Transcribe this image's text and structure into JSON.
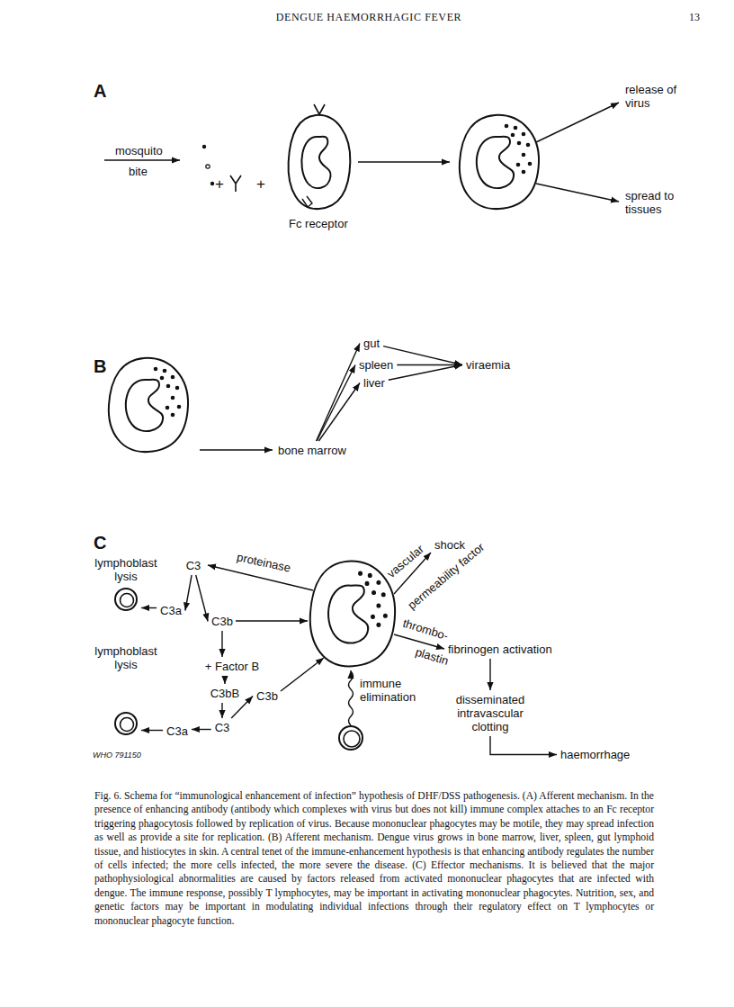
{
  "diagram": {
    "title": "DENGUE HAEMORRHAGIC FEVER",
    "caption": "Fig. 6. Schema for “immunological enhancement of infection” hypothesis of DHF/DSS pathogenesis. (A) Afferent mechanism. In the presence of enhancing antibody (antibody which complexes with virus but does not kill) immune complex attaches to an Fc receptor triggering phagocytosis followed by replication of virus. Because mononuclear phagocytes may be motile, they may spread infection as well as provide a site for replication. (B) Afferent mechanism. Dengue virus grows in bone marrow, liver, spleen, gut lymphoid tissue, and histiocytes in skin. A central tenet of the immune-enhancement hypothesis is that enhancing antibody regulates the number of cells infected; the more cells infected, the more severe the disease. (C) Effector mechanisms. It is believed that the major pathophysiological abnormalities are caused by factors released from activated mononuclear phagocytes that are infected with dengue. The immune response, possibly T lymphocytes, may be important in activating mononuclear phagocytes. Nutrition, sex, and genetic factors may be important in modulating individual infections through their regulatory effect on T lymphocytes or mononuclear phagocyte function.",
    "nodes": [
      {
        "text": [
          "bone marrow"
        ]
      },
      {
        "text": [
          "gut"
        ]
      },
      {
        "text": [
          "spleen"
        ]
      },
      {
        "text": [
          "liver"
        ]
      },
      {
        "text": [
          "viraemia"
        ]
      },
      {
        "text": [
          "lymphoblast lysis"
        ]
      },
      {
        "text": [
          "C3"
        ]
      },
      {
        "text": [
          "C3a"
        ]
      },
      {
        "text": [
          "C3b"
        ]
      },
      {
        "text": [
          "+ Factor B"
        ]
      },
      {
        "text": [
          "C3bB"
        ]
      },
      {
        "text": [
          "lymphoblast lysis"
        ]
      },
      {
        "text": [
          "C3a"
        ]
      },
      {
        "text": [
          "C3"
        ]
      },
      {
        "text": [
          "C3b"
        ]
      },
      {
        "text": [
          "shock"
        ]
      },
      {
        "text": [
          "fibrinogen activation"
        ]
      },
      {
        "text": [
          "disseminated intravascular clotting"
        ]
      },
      {
        "text": [
          "haemorrhage"
        ]
      }
    ],
    "edges": [
      {
        "from": 0,
        "to": 1,
        "arrow": "to"
      },
      {
        "from": 0,
        "to": 2,
        "arrow": "to"
      },
      {
        "from": 0,
        "to": 3,
        "arrow": "to"
      },
      {
        "from": 1,
        "to": 4,
        "arrow": "to"
      },
      {
        "from": 2,
        "to": 4,
        "arrow": "to"
      },
      {
        "from": 3,
        "to": 4,
        "arrow": "to"
      },
      {
        "from": 6,
        "to": 7,
        "arrow": "to"
      },
      {
        "from": 6,
        "to": 8,
        "arrow": "to"
      },
      {
        "from": 7,
        "to": 5,
        "arrow": "to"
      },
      {
        "from": 8,
        "to": 9,
        "arrow": "to"
      },
      {
        "from": 9,
        "to": 10,
        "arrow": "to"
      },
      {
        "from": 10,
        "to": 13,
        "arrow": "to"
      },
      {
        "from": 13,
        "to": 12,
        "arrow": "to"
      },
      {
        "from": 12,
        "to": 11,
        "arrow": "to"
      },
      {
        "from": 13,
        "to": 14,
        "arrow": "to"
      },
      {
        "from": 16,
        "to": 17,
        "arrow": "to"
      },
      {
        "from": 17,
        "to": 18,
        "arrow": "to"
      }
    ],
    "labels": [
      "13",
      "A",
      "mosquito",
      "bite",
      "+",
      "+",
      "Fc receptor",
      "release of virus",
      "spread to tissues",
      "B",
      "C",
      "proteinase",
      "vascular",
      "permeability factor",
      "thrombo-",
      "plastin",
      "immune elimination",
      "WHO 791150"
    ]
  }
}
